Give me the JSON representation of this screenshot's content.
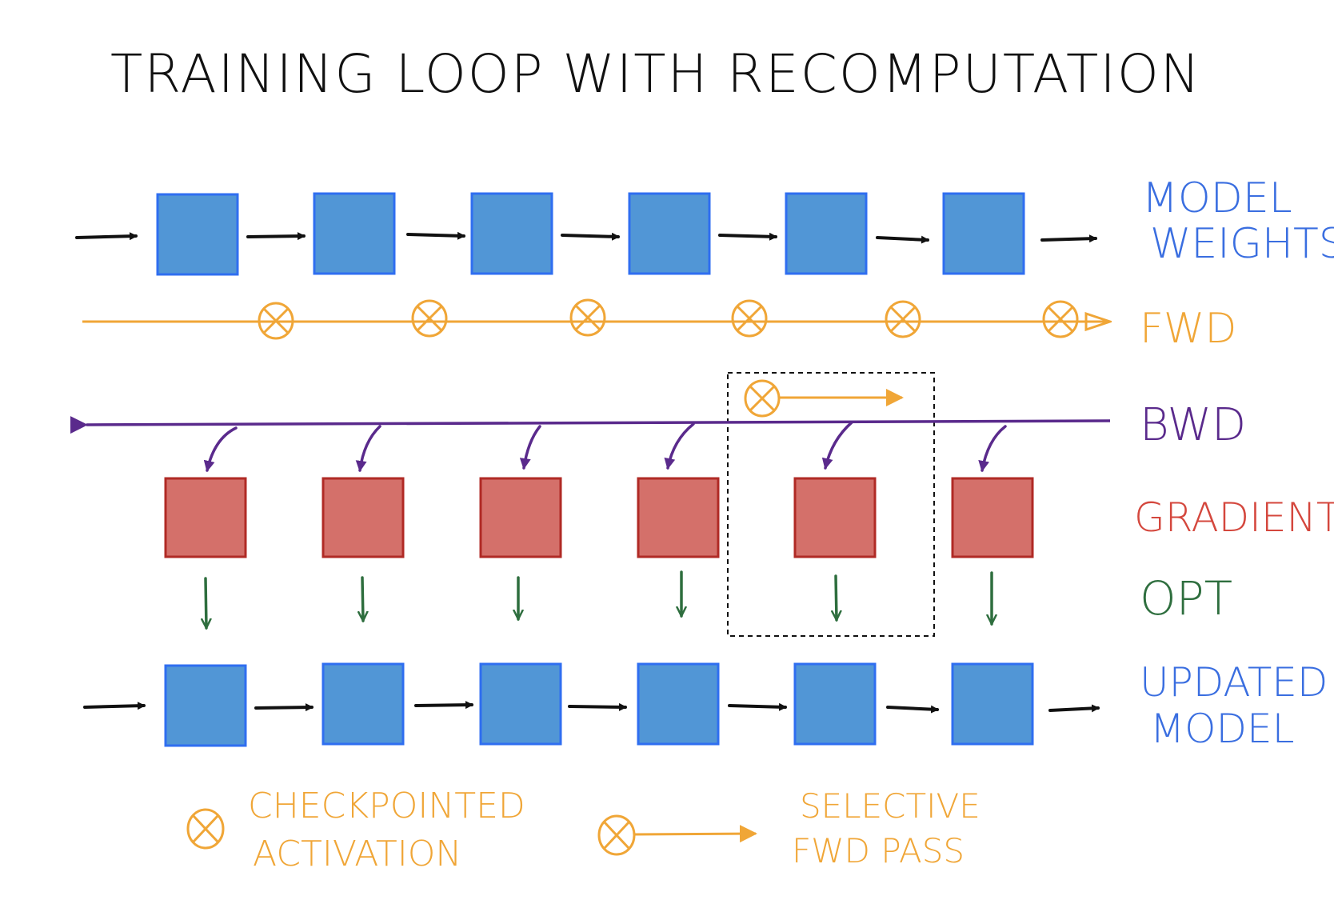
{
  "title": "TRAINING LOOP WITH RECOMPUTATION",
  "labels": {
    "model_weights": [
      "MODEL",
      "WEIGHTS"
    ],
    "fwd": "FWD",
    "bwd": "BWD",
    "gradients": "GRADIENTS",
    "opt": "OPT",
    "updated_model": [
      "UPDATED",
      "MODEL"
    ]
  },
  "legend": {
    "checkpointed": [
      "CHECKPOINTED",
      "ACTIVATION"
    ],
    "selective": [
      "SELECTIVE",
      "FWD PASS"
    ]
  },
  "colors": {
    "weights": "#5196d6",
    "weights_border": "#2f6ef0",
    "gradients": "#d4706a",
    "gradients_border": "#b02a25",
    "fwd": "#f0a637",
    "bwd": "#5a2a8c",
    "opt": "#2e6e3e",
    "weights_label": "#3a6ee0",
    "gradients_label": "#d4473d",
    "ink": "#111111"
  },
  "block_count": 6
}
